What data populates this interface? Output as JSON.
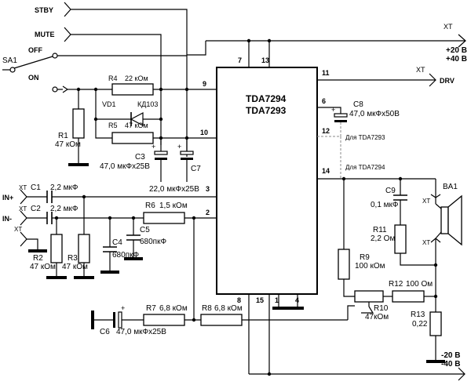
{
  "chip": {
    "name_1": "TDA7294",
    "name_2": "TDA7293",
    "pins": {
      "p7": "7",
      "p13": "13",
      "p9": "9",
      "p10": "10",
      "p11": "11",
      "p6": "6",
      "p12": "12",
      "p14": "14",
      "p3": "3",
      "p2": "2",
      "p8": "8",
      "p15": "15",
      "p1": "1",
      "p4": "4"
    }
  },
  "inputs": {
    "stby": "STBY",
    "mute": "MUTE",
    "in_plus": "IN+",
    "in_minus": "IN-",
    "drv": "DRV"
  },
  "switch": {
    "ref": "SA1",
    "off": "OFF",
    "on": "ON"
  },
  "connectors": {
    "xt": "XT"
  },
  "supply": {
    "pos_1": "+20 В",
    "pos_2": "+40 В",
    "neg_1": "-20 В",
    "neg_2": "-40 В"
  },
  "notes": {
    "for_7293": "Для TDA7293",
    "for_7294": "Для TDA7294"
  },
  "components": {
    "r1": {
      "ref": "R1",
      "val": "47 кОм"
    },
    "r2": {
      "ref": "R2",
      "val": "47 кОм"
    },
    "r3": {
      "ref": "R3",
      "val": "47 кОм"
    },
    "r4": {
      "ref": "R4",
      "val": "22 кОм"
    },
    "r5": {
      "ref": "R5",
      "val": "47 кОм"
    },
    "r6": {
      "ref": "R6",
      "val": "1,5 кОм"
    },
    "r7": {
      "ref": "R7",
      "val": "6,8 кОм"
    },
    "r8": {
      "ref": "R8",
      "val": "6,8 кОм"
    },
    "r9": {
      "ref": "R9",
      "val": "100 кОм"
    },
    "r10": {
      "ref": "R10",
      "val": "47кОм"
    },
    "r11": {
      "ref": "R11",
      "val": "2,2 Ом"
    },
    "r12": {
      "ref": "R12",
      "val": "100 Ом"
    },
    "r13": {
      "ref": "R13",
      "val": "0,22"
    },
    "c1": {
      "ref": "C1",
      "val": "2,2 мкФ"
    },
    "c2": {
      "ref": "C2",
      "val": "2,2 мкФ"
    },
    "c3": {
      "ref": "C3",
      "val": "47,0 мкФх25В"
    },
    "c4": {
      "ref": "C4",
      "val": "680пкФ"
    },
    "c5": {
      "ref": "C5",
      "val": "680пкФ"
    },
    "c6": {
      "ref": "C6",
      "val": "47,0 мкФх25В"
    },
    "c7": {
      "ref": "C7",
      "val": "22,0 мкФх25В"
    },
    "c8": {
      "ref": "C8",
      "val": "47,0 мкФх50В"
    },
    "c9": {
      "ref": "C9",
      "val": "0,1 мкФ"
    },
    "vd1": {
      "ref": "VD1",
      "val": "КД103"
    },
    "ba1": {
      "ref": "BA1"
    }
  }
}
